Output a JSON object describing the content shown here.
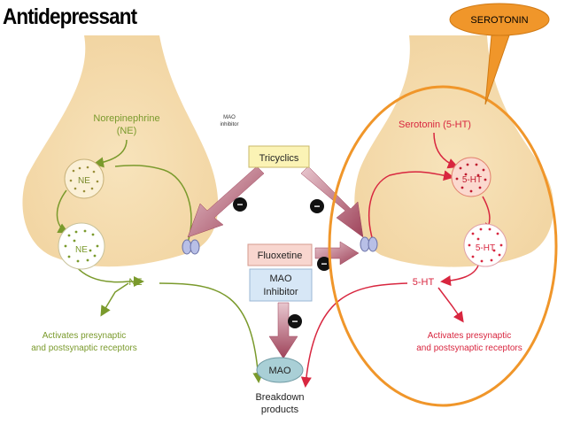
{
  "title": "Antidepressant",
  "callout": {
    "label": "SEROTONIN"
  },
  "left_neuron": {
    "neurotransmitter_line1": "Norepinephrine",
    "neurotransmitter_line2": "(NE)",
    "vesicle1": "NE",
    "vesicle2": "NE",
    "released": "NE",
    "effect_line1": "Activates presynaptic",
    "effect_line2": "and postsynaptic receptors"
  },
  "right_neuron": {
    "neurotransmitter": "Serotonin (5-HT)",
    "vesicle1": "5-HT",
    "vesicle2": "5-HT",
    "released": "5-HT",
    "effect_line1": "Activates presynaptic",
    "effect_line2": "and postsynaptic receptors"
  },
  "center": {
    "mao_inhibitor_small_line1": "MAO",
    "mao_inhibitor_small_line2": "inhibitor",
    "tricyclics": "Tricyclics",
    "fluoxetine": "Fluoxetine",
    "mao_inhibitor_line1": "MAO",
    "mao_inhibitor_line2": "Inhibitor",
    "mao": "MAO",
    "breakdown_line1": "Breakdown",
    "breakdown_line2": "products",
    "inhibit_symbol": "−"
  },
  "colors": {
    "neuron_fill": "#f6deb0",
    "ne_green": "#7a9a2c",
    "serotonin_red": "#d8263f",
    "highlight_orange": "#f0962a",
    "tricyclics_fill": "#fbf3b5",
    "fluoxetine_fill": "#f8d6cf",
    "mao_inhibitor_fill": "#d7e7f6",
    "mao_fill": "#a9cfd6",
    "arrow_fill": "#a8576a"
  }
}
